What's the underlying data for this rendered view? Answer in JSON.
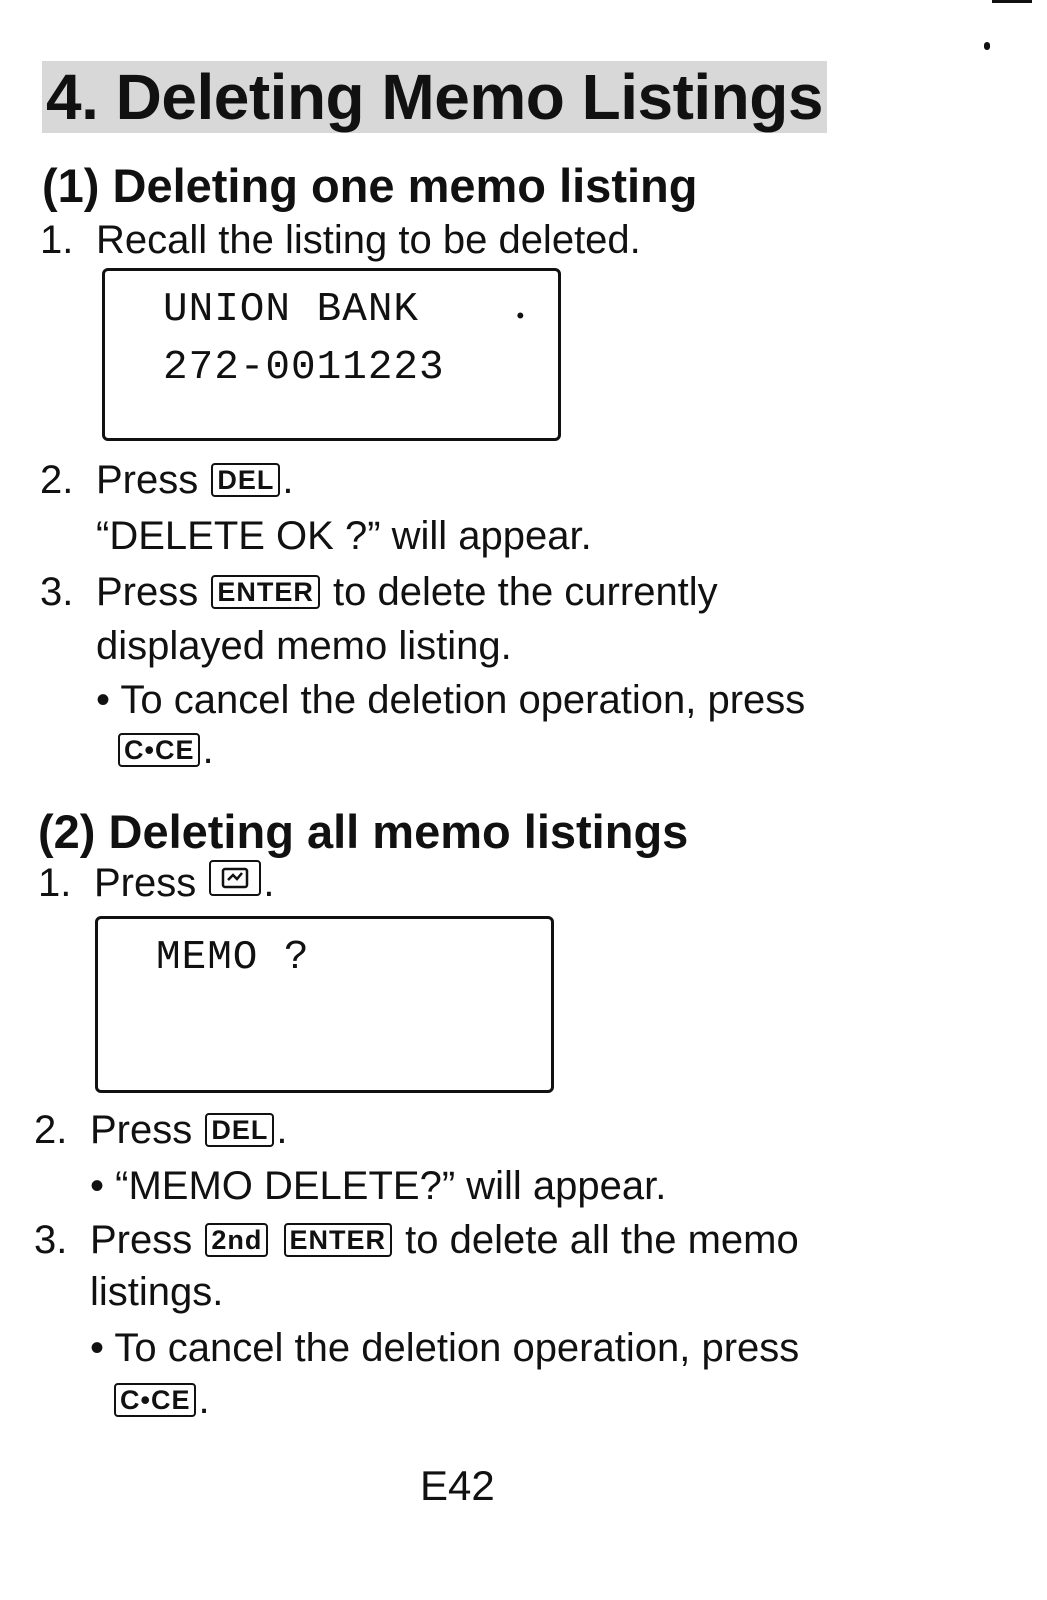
{
  "title": "4. Deleting Memo Listings",
  "section1": {
    "heading": "(1) Deleting one memo listing",
    "step1": {
      "num": "1.",
      "text": "Recall the listing to be deleted."
    },
    "display": {
      "line1": "UNION BANK",
      "line2": "272-0011223",
      "indicator": "•"
    },
    "step2": {
      "num": "2.",
      "pre": "Press",
      "key": "DEL",
      "post": ".",
      "note": "“DELETE OK ?” will appear."
    },
    "step3": {
      "num": "3.",
      "pre": "Press",
      "key": "ENTER",
      "post": "to delete the currently",
      "cont": "displayed memo listing."
    },
    "bullet": {
      "text": "• To cancel the deletion operation, press",
      "key": "C•CE",
      "post": "."
    }
  },
  "section2": {
    "heading": "(2) Deleting all memo listings",
    "step1": {
      "num": "1.",
      "pre": "Press",
      "key_icon": "memo-icon",
      "post": "."
    },
    "display": {
      "line1": "MEMO ?"
    },
    "step2": {
      "num": "2.",
      "pre": "Press",
      "key": "DEL",
      "post": ".",
      "note": "• “MEMO DELETE?” will appear."
    },
    "step3": {
      "num": "3.",
      "pre": "Press",
      "key1": "2nd",
      "key2": "ENTER",
      "post": "to delete all the memo",
      "cont": "listings."
    },
    "bullet": {
      "text": "• To cancel the deletion operation, press",
      "key": "C•CE",
      "post": "."
    }
  },
  "page_number": "E42"
}
